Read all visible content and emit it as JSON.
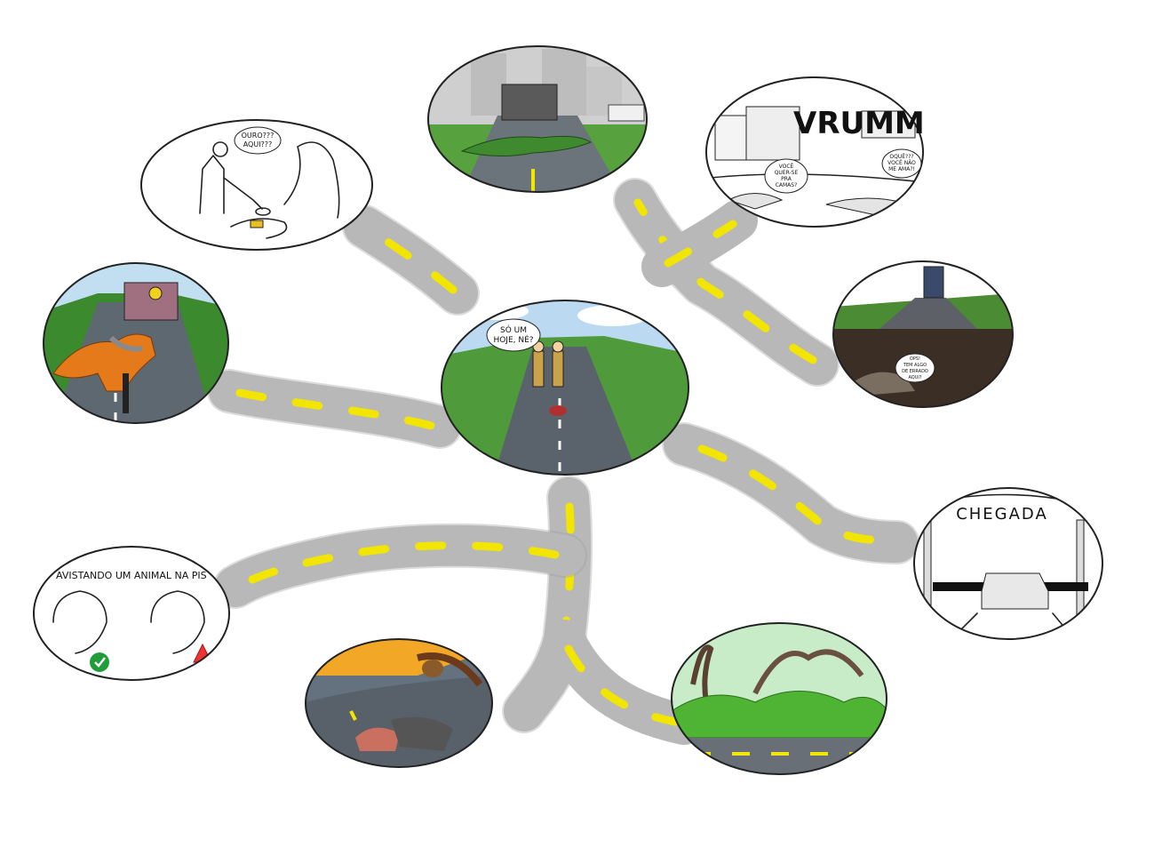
{
  "diagram": {
    "center_panel": {
      "speech": [
        "SÓ UM",
        "HOJE, NÉ?"
      ]
    },
    "panels": [
      {
        "id": "gold",
        "speech": [
          "OURO???",
          "AQUI???"
        ]
      },
      {
        "id": "crocodile"
      },
      {
        "id": "vrumm",
        "sfx": "VRUMM",
        "speech_left": [
          "VOCÊ",
          "QUER-SE",
          "PRA",
          "CAMAS?"
        ],
        "speech_right": [
          "OQUÊ???",
          "VOCÊ NÃO",
          "ME AMA?!"
        ]
      },
      {
        "id": "anteater-tunnel",
        "speech": [
          "OPS!",
          "TEM ALGO",
          "DE ERRADO",
          "AQUI?"
        ]
      },
      {
        "id": "arrival",
        "sign": "CHEGADA"
      },
      {
        "id": "bushes"
      },
      {
        "id": "fauna-crossing"
      },
      {
        "id": "sighting",
        "caption": "AVISTANDO UM ANIMAL NA PIS"
      },
      {
        "id": "maned-wolf"
      }
    ],
    "colors": {
      "road": "#b8b8b8",
      "lane": "#f2e600",
      "asphalt": "#56606a",
      "grass": "#4f9b3c"
    }
  }
}
